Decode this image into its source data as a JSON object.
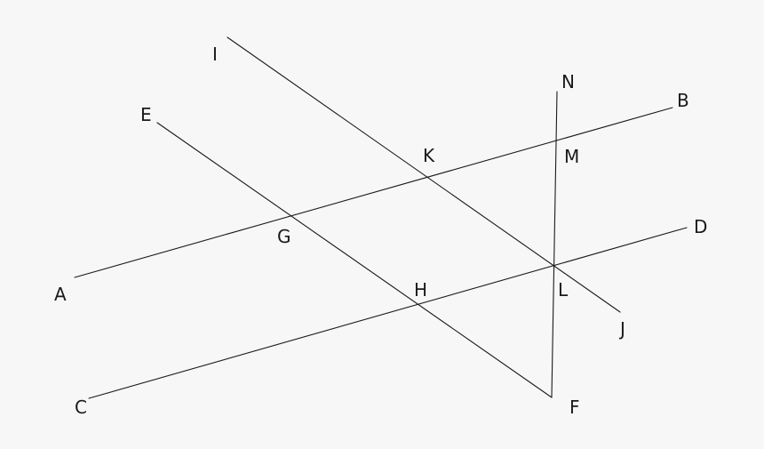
{
  "diagram": {
    "background": "#f7f7f7",
    "stroke_color": "#1a1a1a",
    "labels": {
      "A": "A",
      "B": "B",
      "C": "C",
      "D": "D",
      "E": "E",
      "F": "F",
      "G": "G",
      "H": "H",
      "I": "I",
      "J": "J",
      "K": "K",
      "L": "L",
      "M": "M",
      "N": "N"
    },
    "segments": [
      {
        "from": "A",
        "to": "B"
      },
      {
        "from": "C",
        "to": "D"
      },
      {
        "from": "E",
        "to": "F"
      },
      {
        "from": "I",
        "to": "J"
      },
      {
        "from": "N",
        "to": "F"
      }
    ],
    "intersections": [
      {
        "point": "G",
        "on": [
          "A-B",
          "E-F"
        ]
      },
      {
        "point": "H",
        "on": [
          "C-D",
          "E-F"
        ]
      },
      {
        "point": "K",
        "on": [
          "A-B",
          "I-J"
        ]
      },
      {
        "point": "L",
        "on": [
          "C-D",
          "I-J",
          "N-F"
        ]
      },
      {
        "point": "M",
        "on": [
          "A-B",
          "N-F"
        ]
      }
    ]
  }
}
